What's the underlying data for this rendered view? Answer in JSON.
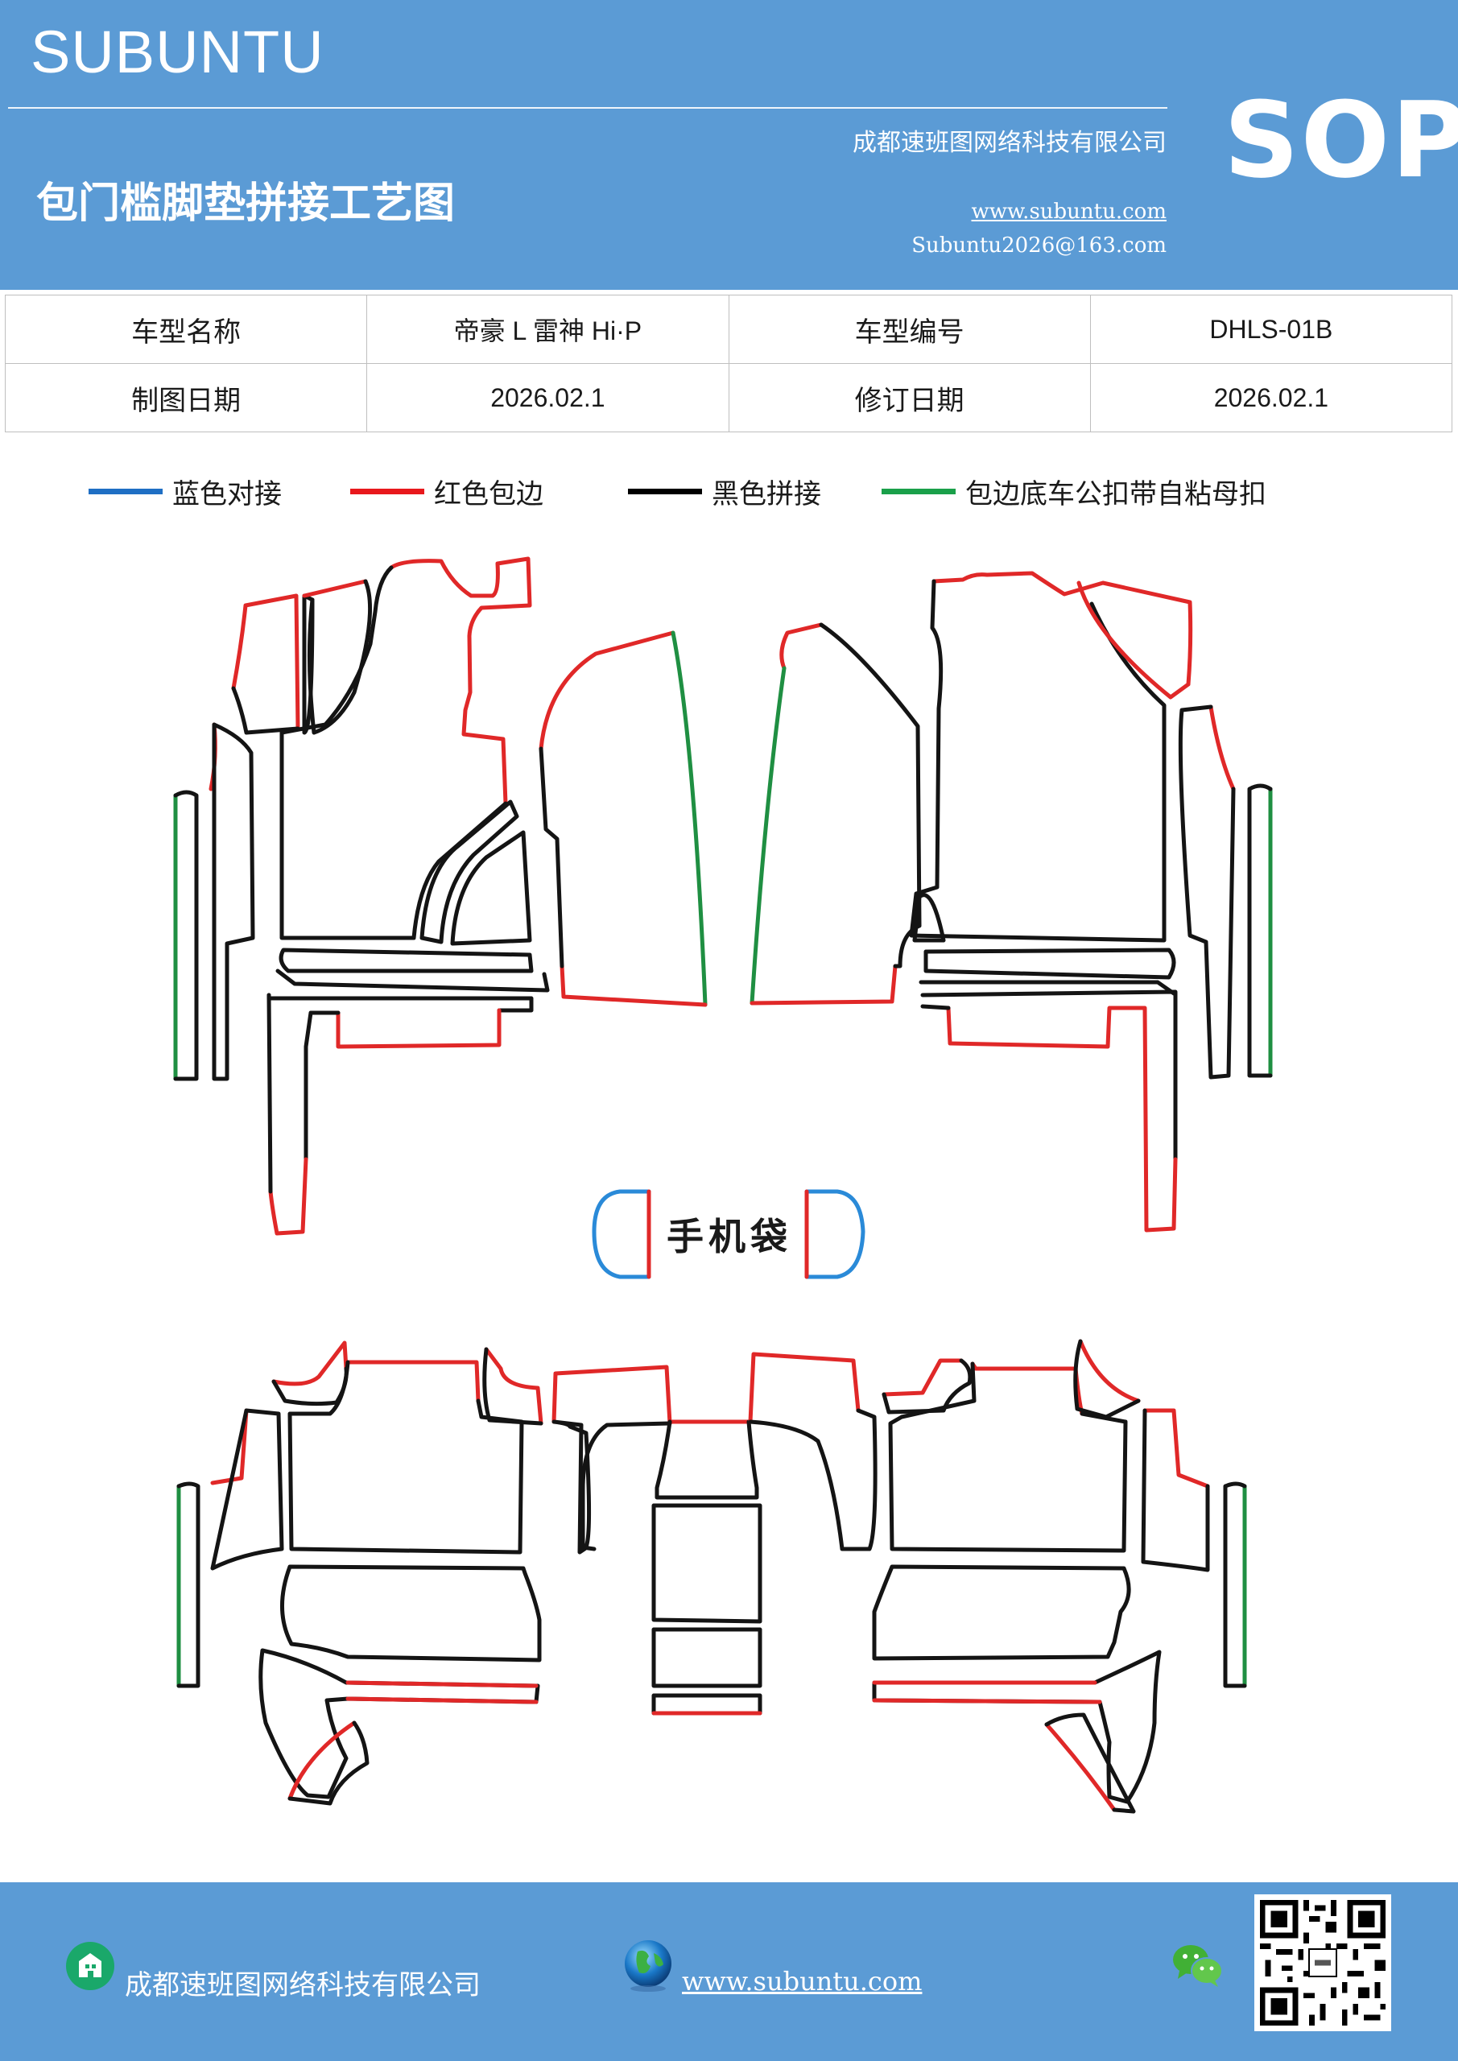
{
  "header": {
    "brand": "SUBUNTU",
    "title": "包门槛脚垫拼接工艺图",
    "company": "成都速班图网络科技有限公司",
    "website": "www.subuntu.com",
    "email": "Subuntu2026@163.com",
    "badge": "SOP"
  },
  "info_table": {
    "model_name_label": "车型名称",
    "model_name_value": "帝豪 L  雷神 Hi·P",
    "model_code_label": "车型编号",
    "model_code_value": "DHLS-01B",
    "draw_date_label": "制图日期",
    "draw_date_value": "2026.02.1",
    "revise_date_label": "修订日期",
    "revise_date_value": "2026.02.1"
  },
  "legend": [
    {
      "label": "蓝色对接",
      "color": "#1f6fc4"
    },
    {
      "label": "红色包边",
      "color": "#e8181c"
    },
    {
      "label": "黑色拼接",
      "color": "#000000"
    },
    {
      "label": "包边底车公扣带自粘母扣",
      "color": "#1aa04a"
    }
  ],
  "diagram": {
    "pouch_label": "手机袋",
    "colors": {
      "blue": "#2a8ad8",
      "red": "#e02828",
      "black": "#141414",
      "green": "#1f8f42"
    }
  },
  "footer": {
    "company": "成都速班图网络科技有限公司",
    "website": "www.subuntu.com",
    "icons": [
      "building-icon",
      "globe-icon",
      "wechat-icon",
      "qr-code"
    ]
  }
}
